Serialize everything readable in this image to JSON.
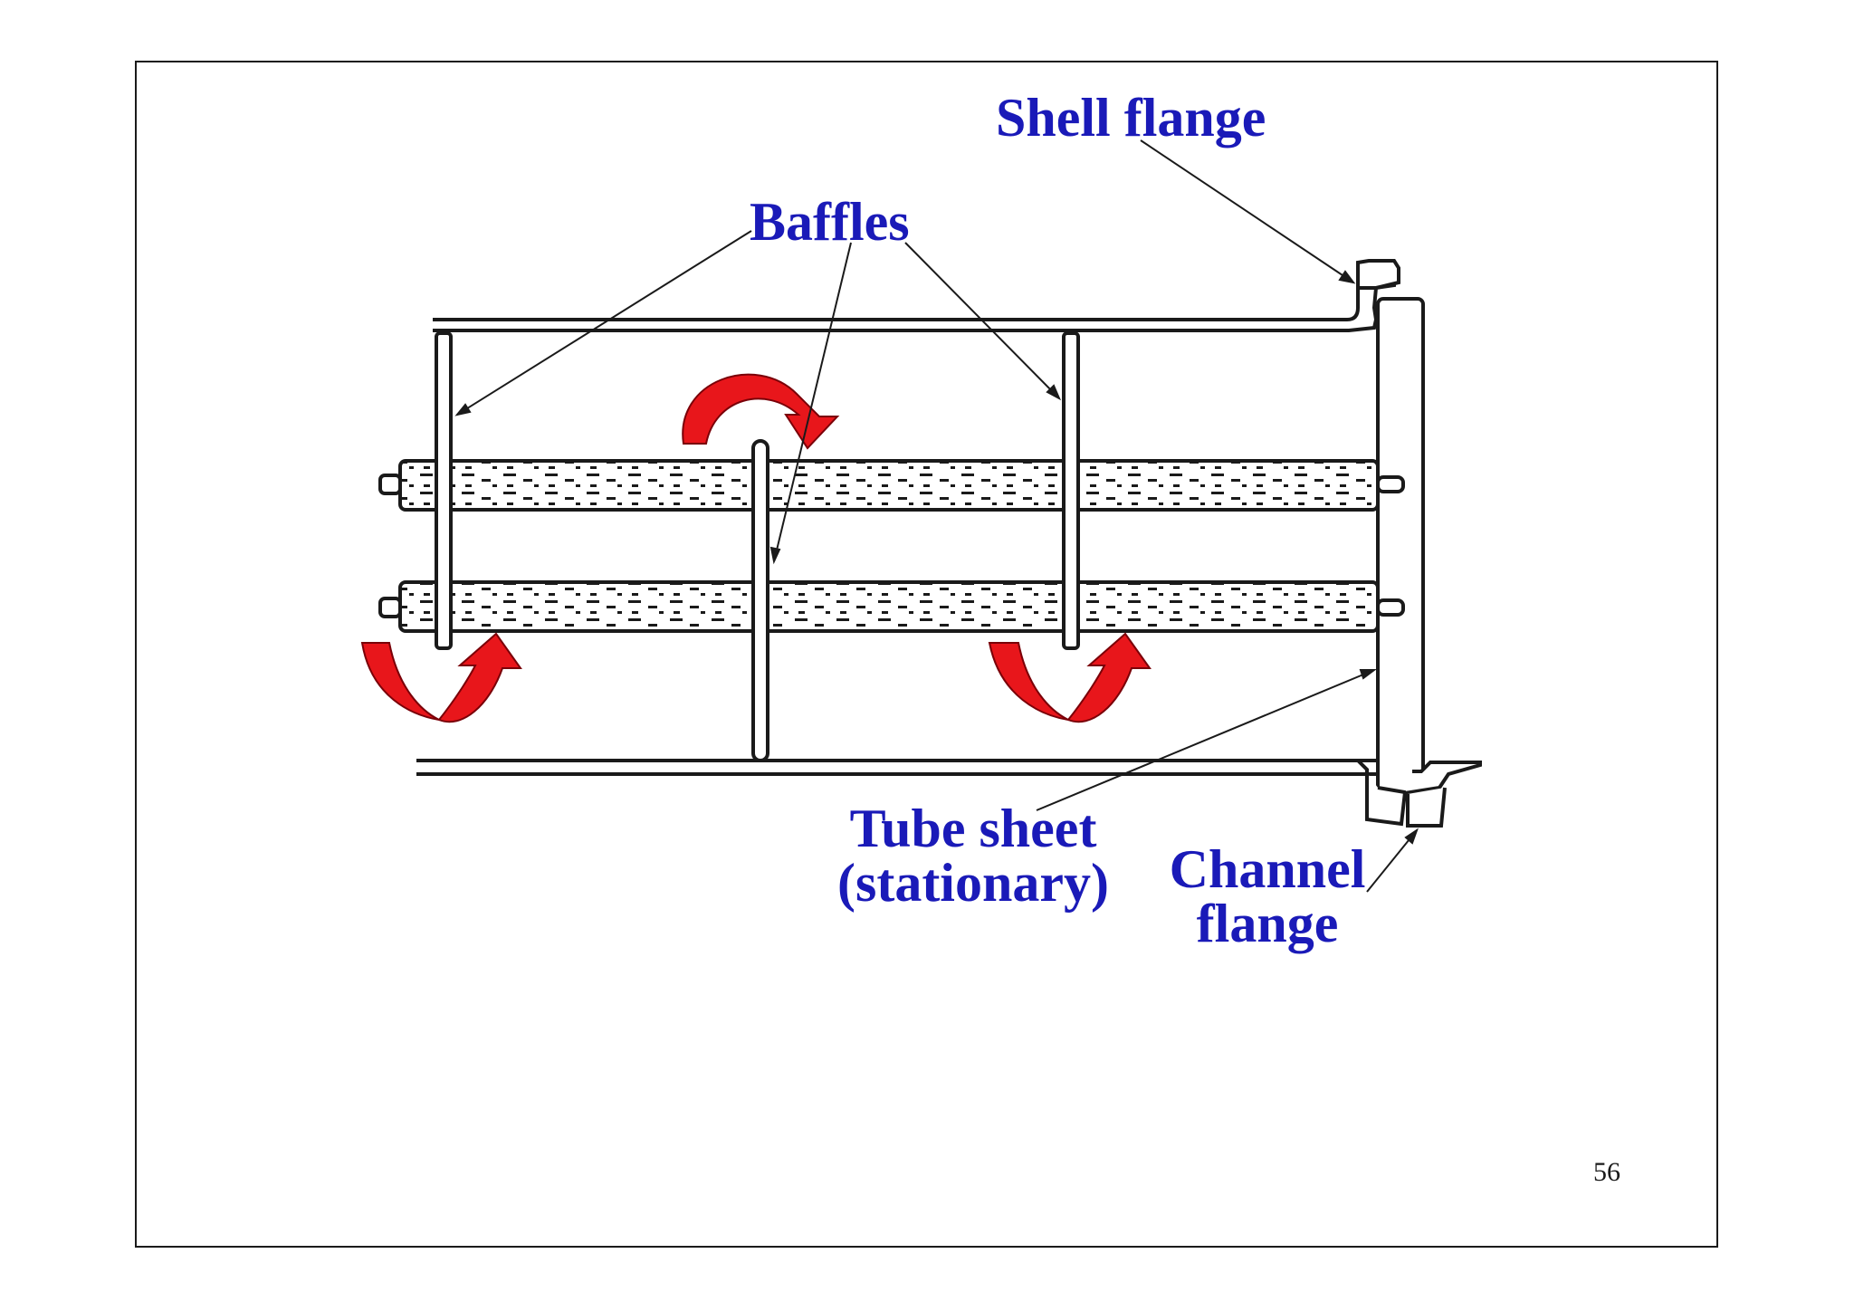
{
  "labels": {
    "shell_flange": "Shell flange",
    "baffles": "Baffles",
    "tube_sheet_line1": "Tube sheet",
    "tube_sheet_line2": "(stationary)",
    "channel_flange_line1": "Channel",
    "channel_flange_line2": "flange"
  },
  "page_number": "56",
  "colors": {
    "label": "#1a1ab8",
    "arrow_fill": "#e8161b",
    "arrow_stroke": "#7a0008",
    "drawing": "#1a1a1a"
  },
  "icons": [
    "flow-arrow-icon"
  ]
}
